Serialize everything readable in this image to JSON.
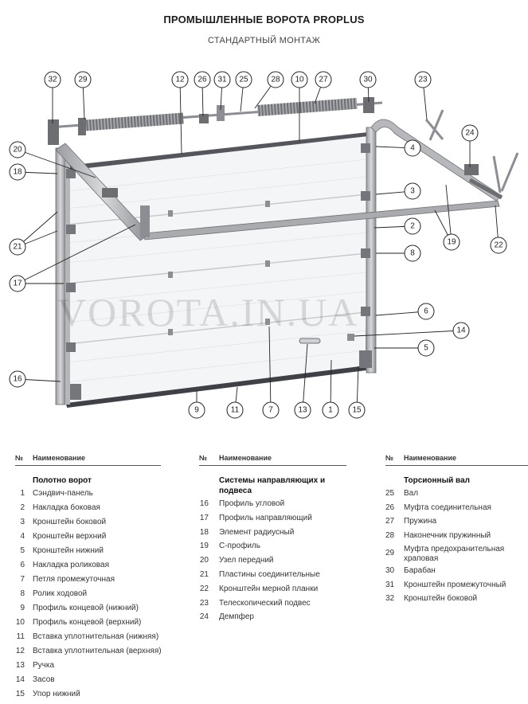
{
  "header": {
    "title": "ПРОМЫШЛЕННЫЕ ВОРОТА PROPLUS",
    "subtitle": "СТАНДАРТНЫЙ МОНТАЖ"
  },
  "watermark": "VOROTA.IN.UA",
  "callouts": [
    "32",
    "29",
    "12",
    "26",
    "31",
    "25",
    "28",
    "10",
    "27",
    "30",
    "23",
    "20",
    "18",
    "4",
    "24",
    "3",
    "2",
    "19",
    "22",
    "21",
    "8",
    "17",
    "6",
    "14",
    "5",
    "16",
    "9",
    "11",
    "7",
    "13",
    "1",
    "15"
  ],
  "table": {
    "col_num_header": "№",
    "col_name_header": "Наименование",
    "columns": [
      {
        "section": "Полотно ворот",
        "items": [
          {
            "n": "1",
            "name": "Сэндвич-панель"
          },
          {
            "n": "2",
            "name": "Накладка боковая"
          },
          {
            "n": "3",
            "name": "Кронштейн боковой"
          },
          {
            "n": "4",
            "name": "Кронштейн верхний"
          },
          {
            "n": "5",
            "name": "Кронштейн нижний"
          },
          {
            "n": "6",
            "name": "Накладка роликовая"
          },
          {
            "n": "7",
            "name": "Петля промежуточная"
          },
          {
            "n": "8",
            "name": "Ролик ходовой"
          },
          {
            "n": "9",
            "name": "Профиль концевой (нижний)"
          },
          {
            "n": "10",
            "name": "Профиль концевой (верхний)"
          },
          {
            "n": "11",
            "name": "Вставка уплотнительная (нижняя)"
          },
          {
            "n": "12",
            "name": "Вставка уплотнительная (верхняя)"
          },
          {
            "n": "13",
            "name": "Ручка"
          },
          {
            "n": "14",
            "name": "Засов"
          },
          {
            "n": "15",
            "name": "Упор нижний"
          }
        ]
      },
      {
        "section": "Системы направляющих и подвеса",
        "items": [
          {
            "n": "16",
            "name": "Профиль угловой"
          },
          {
            "n": "17",
            "name": "Профиль направляющий"
          },
          {
            "n": "18",
            "name": "Элемент радиусный"
          },
          {
            "n": "19",
            "name": "С-профиль"
          },
          {
            "n": "20",
            "name": "Узел передний"
          },
          {
            "n": "21",
            "name": "Пластины соединительные"
          },
          {
            "n": "22",
            "name": "Кронштейн мерной планки"
          },
          {
            "n": "23",
            "name": "Телескопический подвес"
          },
          {
            "n": "24",
            "name": "Демпфер"
          }
        ]
      },
      {
        "section": "Торсионный вал",
        "items": [
          {
            "n": "25",
            "name": "Вал"
          },
          {
            "n": "26",
            "name": "Муфта соединительная"
          },
          {
            "n": "27",
            "name": "Пружина"
          },
          {
            "n": "28",
            "name": "Наконечник пружинный"
          },
          {
            "n": "29",
            "name": "Муфта предохранительная храповая"
          },
          {
            "n": "30",
            "name": "Барабан"
          },
          {
            "n": "31",
            "name": "Кронштейн промежуточный"
          },
          {
            "n": "32",
            "name": "Кронштейн боковой"
          }
        ]
      }
    ]
  }
}
